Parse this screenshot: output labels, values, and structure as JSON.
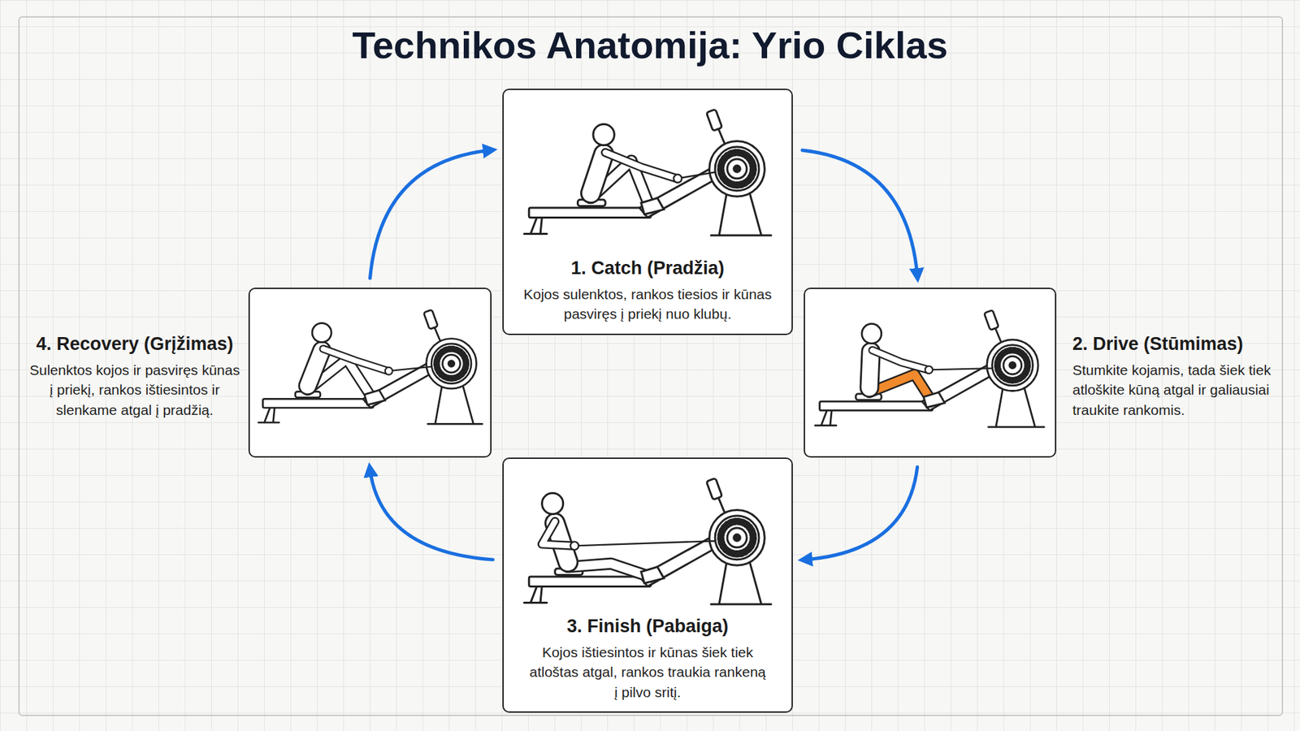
{
  "diagram": {
    "title": "Technikos Anatomija: Yrio Ciklas",
    "nodes": [
      {
        "text": [
          "1. Catch (Pradžia)",
          "Kojos sulenktos, rankos tiesios ir kūnas pasviręs į priekį nuo klubų."
        ]
      },
      {
        "text": [
          "2. Drive (Stūmimas)",
          "Stumkite kojamis, tada šiek tiek atloškite kūną atgal ir galiausiai traukite rankomis."
        ]
      },
      {
        "text": [
          "3. Finish (Pabaiga)",
          "Kojos ištiesintos ir kūnas šiek tiek atloštas atgal, rankos traukia rankeną į pilvo sritį."
        ]
      },
      {
        "text": [
          "4. Recovery (Grįžimas)",
          "Sulenktos kojos ir pasviręs kūnas į priekį, rankos ištiesintos ir slenkame atgal į pradžią."
        ]
      }
    ],
    "edges": [
      {
        "from": 0,
        "to": 1,
        "arrow": "to"
      },
      {
        "from": 1,
        "to": 2,
        "arrow": "to"
      },
      {
        "from": 2,
        "to": 3,
        "arrow": "to"
      },
      {
        "from": 3,
        "to": 0,
        "arrow": "to"
      }
    ]
  }
}
